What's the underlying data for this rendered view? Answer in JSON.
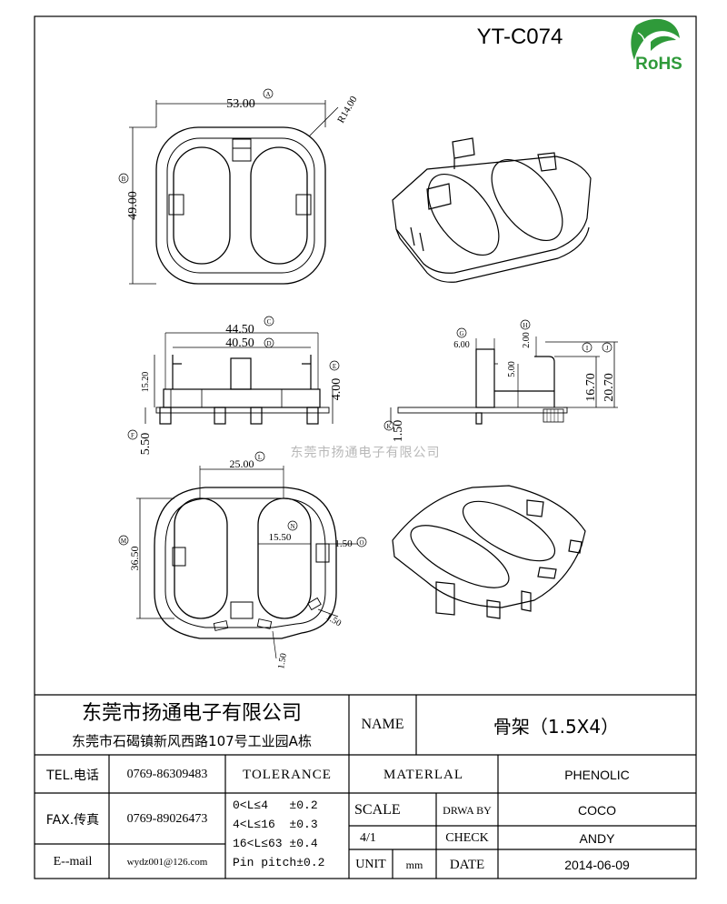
{
  "header": {
    "part_number": "YT-C074",
    "rohs_label": "RoHS"
  },
  "watermark": "东莞市扬通电子有限公司",
  "dimensions": {
    "top_width": "53.00",
    "top_width_ref": "A",
    "top_radius": "R14.00",
    "top_height": "49.00",
    "top_height_ref": "B",
    "front_outer": "44.50",
    "front_outer_ref": "C",
    "front_inner": "40.50",
    "front_inner_ref": "D",
    "front_left_height": "15.20",
    "front_right_height": "4.00",
    "front_right_ref": "E",
    "front_base": "5.50",
    "front_base_ref": "F",
    "side_top": "6.00",
    "side_top_ref": "G",
    "side_step": "2.00",
    "side_step_ref": "H",
    "side_mid": "5.00",
    "side_h1": "16.70",
    "side_h1_ref": "I",
    "side_h2": "20.70",
    "side_h2_ref": "J",
    "side_base": "1.50",
    "side_base_ref": "K",
    "bottom_width": "25.00",
    "bottom_width_ref": "L",
    "bottom_height": "36.50",
    "bottom_height_ref": "M",
    "bottom_slot": "15.50",
    "bottom_slot_ref": "N",
    "bottom_side": "1.50",
    "bottom_side_ref": "O",
    "bottom_notch_a": "1.50",
    "bottom_notch_b": "1.50"
  },
  "title_block": {
    "company_name": "东莞市扬通电子有限公司",
    "company_address": "东莞市石碣镇新风西路107号工业园A栋",
    "name_label": "NAME",
    "name_value": "骨架（1.5X4）",
    "tel_label": "TEL.电话",
    "tel_value": "0769-86309483",
    "fax_label": "FAX.传真",
    "fax_value": "0769-89026473",
    "email_label": "E--mail",
    "email_value": "wydz001@126.com",
    "tolerance_label": "TOLERANCE",
    "tolerance_rows": [
      "0<L≤4   ±0.2",
      "4<L≤16  ±0.3",
      "16<L≤63 ±0.4",
      "Pin pitch±0.2"
    ],
    "material_label": "MATERLAL",
    "material_value": "PHENOLIC",
    "scale_label": "SCALE",
    "scale_value": "4/1",
    "drawn_label": "DRWA BY",
    "drawn_value": "COCO",
    "check_label": "CHECK",
    "check_value": "ANDY",
    "unit_label": "UNIT",
    "unit_value": "mm",
    "date_label": "DATE",
    "date_value": "2014-06-09"
  }
}
